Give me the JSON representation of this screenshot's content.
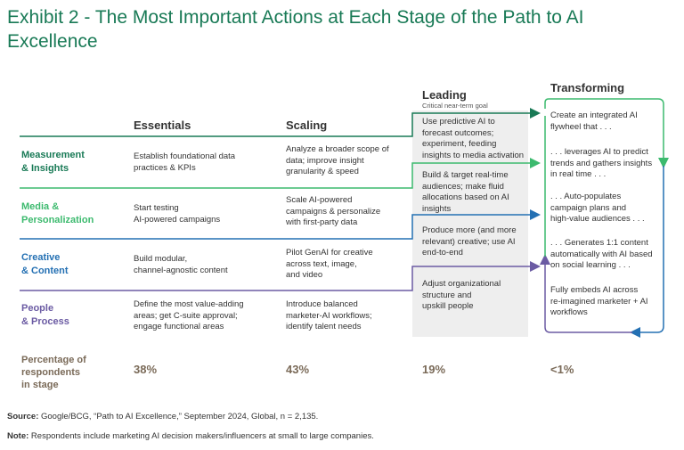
{
  "title": "Exhibit 2 - The Most Important Actions at Each Stage of the Path to AI Excellence",
  "columns": {
    "essentials": "Essentials",
    "scaling": "Scaling",
    "leading": "Leading",
    "leading_sub": "Critical near-term goal",
    "transforming": "Transforming"
  },
  "rows": [
    {
      "label_1": "Measurement",
      "label_2": "& Insights",
      "color": "#197a56",
      "essentials": [
        "Establish foundational data",
        "practices & KPIs"
      ],
      "scaling": [
        "Analyze a broader scope of",
        "data; improve insight",
        "granularity & speed"
      ],
      "leading": [
        "Use predictive AI to",
        "forecast outcomes;",
        "experiment, feeding",
        "insights to media activation"
      ]
    },
    {
      "label_1": "Media &",
      "label_2": "Personalization",
      "color": "#3cba6e",
      "essentials": [
        "Start testing",
        "AI-powered campaigns"
      ],
      "scaling": [
        "Scale AI-powered",
        "campaigns & personalize",
        "with first-party data"
      ],
      "leading": [
        "Build & target real-time",
        "audiences; make fluid",
        "allocations based on AI",
        "insights"
      ]
    },
    {
      "label_1": "Creative",
      "label_2": "& Content",
      "color": "#2470b3",
      "essentials": [
        "Build modular,",
        "channel-agnostic content"
      ],
      "scaling": [
        "Pilot GenAI for creative",
        "across text, image,",
        "and video"
      ],
      "leading": [
        "Produce more (and more",
        "relevant) creative; use AI",
        "end-to-end"
      ]
    },
    {
      "label_1": "People",
      "label_2": "& Process",
      "color": "#6b5ba3",
      "essentials": [
        "Define the most value-adding",
        "areas; get C-suite approval;",
        "engage functional areas"
      ],
      "scaling": [
        "Introduce balanced",
        "marketer-AI workflows;",
        "identify talent needs"
      ],
      "leading": [
        "Adjust organizational",
        "structure and",
        "upskill people"
      ]
    }
  ],
  "transforming": [
    [
      "Create an integrated AI",
      "flywheel that . . ."
    ],
    [
      ". . . leverages AI to predict",
      "trends and gathers insights",
      "in real time . . ."
    ],
    [
      ". . . Auto-populates",
      "campaign plans and",
      "high-value audiences . . ."
    ],
    [
      ". . . Generates 1:1 content",
      "automatically with AI based",
      "on social learning . . ."
    ],
    [
      "Fully embeds AI across",
      "re-imagined marketer + AI",
      "workflows"
    ]
  ],
  "percentage": {
    "label_1": "Percentage of",
    "label_2": "respondents",
    "label_3": "in stage",
    "essentials": "38%",
    "scaling": "43%",
    "leading": "19%",
    "transforming": "<1%"
  },
  "footer": {
    "source_label": "Source:",
    "source_text": " Google/BCG, “Path to AI Excellence,” September 2024, Global, n = 2,135.",
    "note_label": "Note:",
    "note_text": " Respondents include marketing AI decision makers/influencers at small to large companies."
  },
  "colors": {
    "title": "#197a56",
    "measurement": "#197a56",
    "media": "#3cba6e",
    "creative": "#2470b3",
    "people": "#6b5ba3",
    "percentage": "#7a6a58",
    "leading_bg": "#eeeeee"
  }
}
